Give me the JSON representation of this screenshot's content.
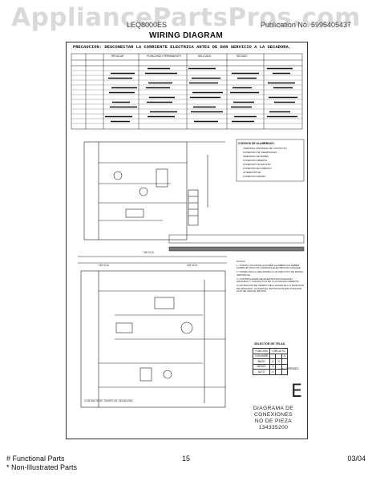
{
  "watermark": "AppliancePartsPros.com",
  "header": {
    "model": "LEQ8000ES",
    "publication_label": "Publication No.",
    "publication_number": "5995405437",
    "title": "WIRING DIAGRAM"
  },
  "diagram": {
    "precaution": "PRECAUCION: DESCONECTAR LA CORRIENTE ELECTRICA ANTES DE DAR SERVICIO A LA SECADORA.",
    "cycle_headers": [
      "REGULAR",
      "PLANCHADO PERMANENTE",
      "DELICADO",
      "SECADO"
    ],
    "legend_title": "CODIGOS DE ALAMBRADO",
    "legend_items": [
      "TERMINAL MONTADA DE CONTACTO",
      "CONEXION DE TERMINALES",
      "TERMINAL DE ARNES",
      "CONEXION ABIERTA",
      "CONEXION NO EN USO",
      "CONEXION EN FABRICA",
      "INTERRUPTOR",
      "CONEXION NEGRA"
    ],
    "voltage_labels": [
      "240 VCA",
      "120 VCA",
      "120 VCA"
    ],
    "notes": [
      "NOTAS:",
      "1. TODAS LAS INSTALACIONES ALAMBRICAS DEBEN CUMPLIR CON LOS CODIGOS ELECTRICOS LOCALES.",
      "2. CONECTAR LA SECADORA A UN CIRCUITO DE RAMAL INDIVIDUAL.",
      "3. CONTROLADOR DE MUESTRA EN POSICION APAGADO Y CONTACTOS EN LA POSICION ABIERTO.",
      "ILUSTRACION DE TIEMPO DEL LAVADO EN LA POSICION DE APAGADO. CUANDO EL BOTON ESTA EN POSICION ALTA SE GIRA EL BOTON."
    ],
    "timer_label": "CONTADOR DE TIEMPO DE SECADORA",
    "selector": {
      "title": "SELECTOR DE TELAS",
      "col_funcion": "FUNCION",
      "col_circuito": "CIRCUITO",
      "rows": [
        {
          "name": "CON AIRE",
          "a": "",
          "b": "",
          "c": "X"
        },
        {
          "name": "BAJO",
          "a": "X",
          "b": "X",
          "c": ""
        },
        {
          "name": "MEDIO",
          "a": "X",
          "b": "",
          "c": ""
        },
        {
          "name": "ALTO",
          "a": "X",
          "b": "",
          "c": ""
        }
      ],
      "footnote": "X = CERRADO"
    },
    "letter": "E",
    "caption_line1": "DIAGRAMA DE CONEXIONES",
    "caption_line2": "NO DE PIEZA 134335200"
  },
  "footer": {
    "functional": "# Functional Parts",
    "non_illustrated": "* Non-Illustrated Parts",
    "page": "15",
    "date": "03/04"
  }
}
